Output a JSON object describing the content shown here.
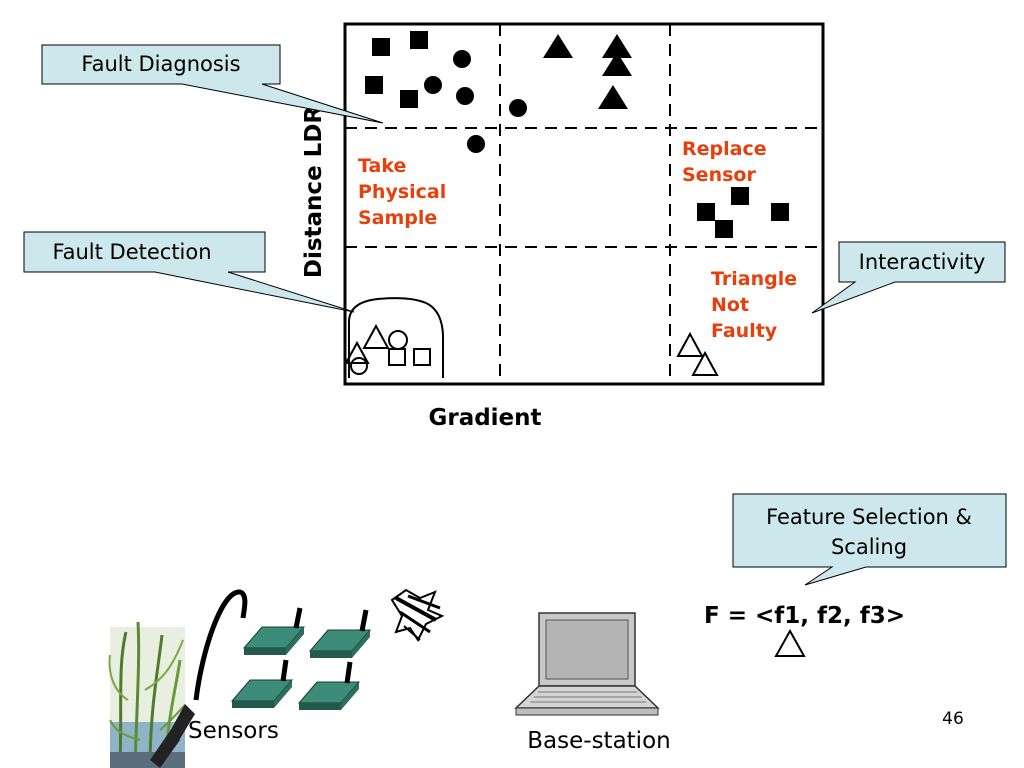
{
  "slide": {
    "page_number": "46"
  },
  "plot": {
    "x_axis_label": "Gradient",
    "y_axis_label": "Distance LDR",
    "cell_labels": {
      "take_sample": [
        "Take",
        "Physical",
        "Sample"
      ],
      "replace_sensor": [
        "Replace",
        "Sensor"
      ],
      "triangle_not_faulty": [
        "Triangle",
        "Not",
        "Faulty"
      ]
    },
    "cell_label_color": "#e8400c"
  },
  "callouts": {
    "fault_diagnosis": "Fault Diagnosis",
    "fault_detection": "Fault Detection",
    "interactivity": "Interactivity",
    "feature_selection": [
      "Feature Selection &",
      "Scaling"
    ],
    "fill_color": "#cce8ec"
  },
  "bottom": {
    "sensors_label": "Sensors",
    "base_station_label": "Base-station",
    "formula": "F = <f1, f2, f3>",
    "sensor_node_color": "#3c8c78"
  }
}
